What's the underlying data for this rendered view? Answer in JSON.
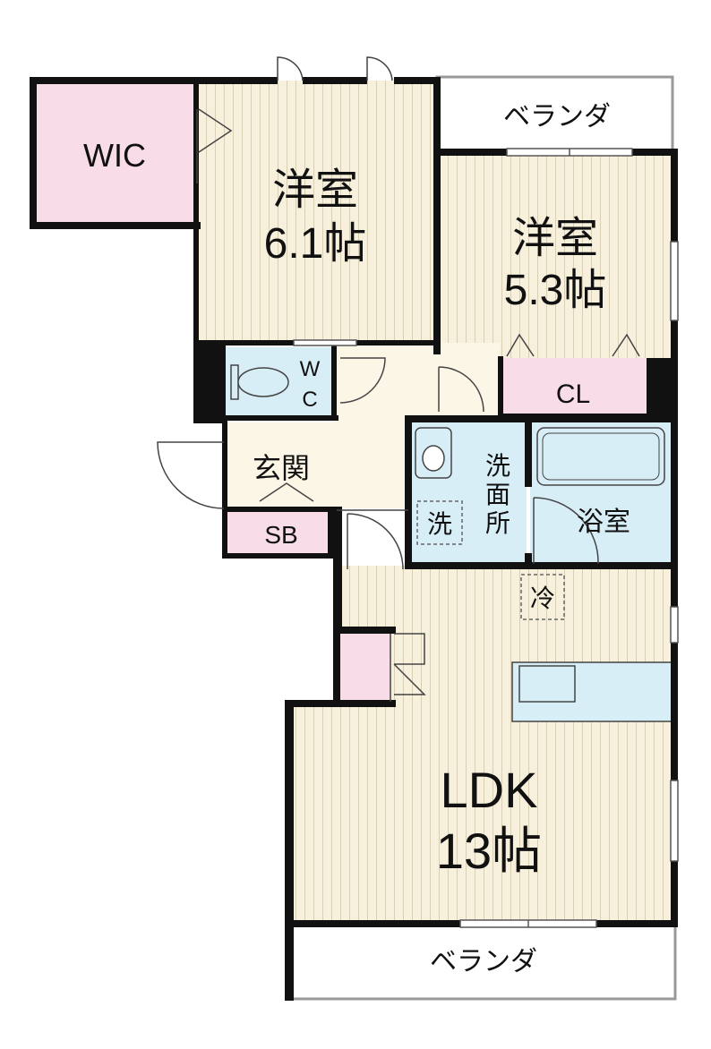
{
  "rooms": {
    "wic": {
      "label": "WIC"
    },
    "western1": {
      "name": "洋室",
      "size": "6.1帖"
    },
    "western2": {
      "name": "洋室",
      "size": "5.3帖"
    },
    "wc": {
      "line1": "W",
      "line2": "C"
    },
    "closet": {
      "label": "CL"
    },
    "entrance": {
      "label": "玄関"
    },
    "shoebox": {
      "label": "SB"
    },
    "washroom": {
      "c1": "洗",
      "c2": "面",
      "c3": "所"
    },
    "washer": {
      "label": "洗"
    },
    "bath": {
      "label": "浴室"
    },
    "fridge": {
      "label": "冷"
    },
    "ldk": {
      "name": "LDK",
      "size": "13帖"
    },
    "veranda_top": {
      "label": "ベランダ"
    },
    "veranda_bottom": {
      "label": "ベランダ"
    }
  },
  "colors": {
    "wall": "#111111",
    "floor": "#f7f0dd",
    "floor_stripe": "#d9cfb4",
    "pink": "#f8dde8",
    "water": "#d8eef7",
    "entrance": "#fbf6e6",
    "white": "#ffffff"
  }
}
